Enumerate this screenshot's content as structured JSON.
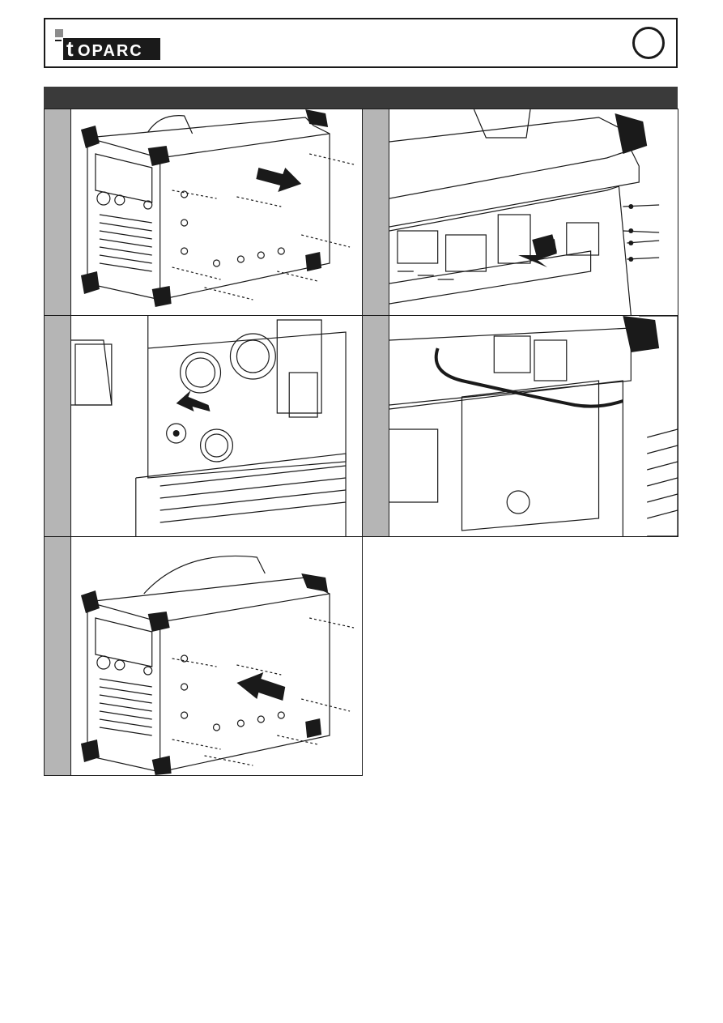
{
  "header": {
    "brand": "TOPARC",
    "brand_prefix": "t",
    "brand_suffix": "OPARC",
    "language_badge": ""
  },
  "section": {
    "title": ""
  },
  "steps": [
    {
      "id": 1,
      "label": "",
      "icon": "remove-side-panel-illustration"
    },
    {
      "id": 2,
      "label": "",
      "icon": "unscrew-rear-plate-illustration"
    },
    {
      "id": 3,
      "label": "",
      "icon": "remove-socket-illustration"
    },
    {
      "id": 4,
      "label": "",
      "icon": "route-cable-illustration"
    },
    {
      "id": 5,
      "label": "",
      "icon": "refit-side-panel-illustration"
    }
  ],
  "colors": {
    "header_bar": "#3a3a3a",
    "step_column": "#b5b5b5",
    "line": "#1a1a1a"
  }
}
